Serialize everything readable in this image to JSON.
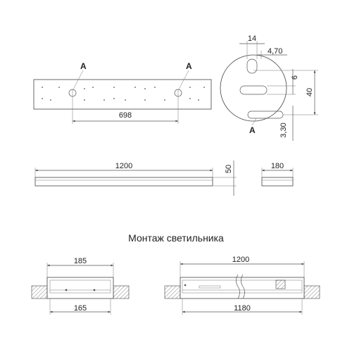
{
  "colors": {
    "stroke": "#444444",
    "hatch": "#999999",
    "text": "#222222"
  },
  "callouts": {
    "left": "A",
    "right": "A",
    "side": "A"
  },
  "dimensions": {
    "mount_spacing": "698",
    "slot_width": "14",
    "slot_offset": "4,70",
    "slot_height": "6",
    "end_height": "40",
    "slot_gap": "3,30",
    "length": "1200",
    "height": "50",
    "depth": "180",
    "cutout_outer": "185",
    "cutout_inner": "165",
    "install_length": "1200",
    "install_inner_length": "1180"
  },
  "title": "Монтаж светильника"
}
